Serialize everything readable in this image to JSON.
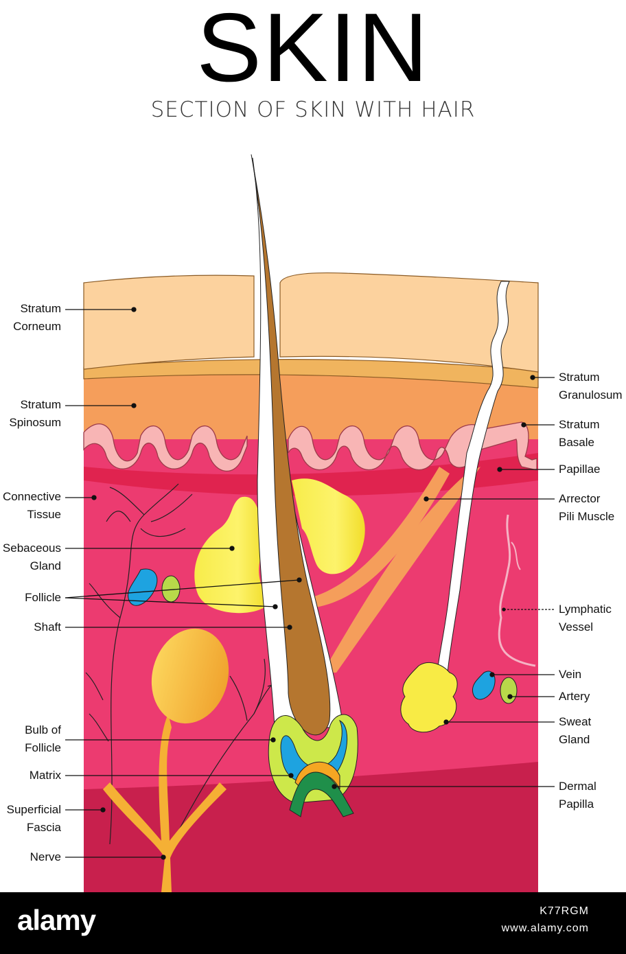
{
  "title": "SKIN",
  "subtitle": "SECTION OF SKIN WITH HAIR",
  "labels_left": [
    {
      "id": "stratum-corneum",
      "lines": [
        "Stratum",
        "Corneum"
      ]
    },
    {
      "id": "stratum-spinosum",
      "lines": [
        "Stratum",
        "Spinosum"
      ]
    },
    {
      "id": "connective-tissue",
      "lines": [
        "Connective",
        "Tissue"
      ]
    },
    {
      "id": "sebaceous-gland",
      "lines": [
        "Sebaceous",
        "Gland"
      ]
    },
    {
      "id": "follicle",
      "lines": [
        "Follicle"
      ]
    },
    {
      "id": "shaft",
      "lines": [
        "Shaft"
      ]
    },
    {
      "id": "bulb-of-follicle",
      "lines": [
        "Bulb of",
        "Follicle"
      ]
    },
    {
      "id": "matrix",
      "lines": [
        "Matrix"
      ]
    },
    {
      "id": "superficial-fascia",
      "lines": [
        "Superficial",
        "Fascia"
      ]
    },
    {
      "id": "nerve",
      "lines": [
        "Nerve"
      ]
    }
  ],
  "labels_right": [
    {
      "id": "stratum-granulosum",
      "lines": [
        "Stratum",
        "Granulosum"
      ]
    },
    {
      "id": "stratum-basale",
      "lines": [
        "Stratum",
        "Basale"
      ]
    },
    {
      "id": "papillae",
      "lines": [
        "Papillae"
      ]
    },
    {
      "id": "arrector-pili-muscle",
      "lines": [
        "Arrector",
        "Pili Muscle"
      ]
    },
    {
      "id": "lymphatic-vessel",
      "lines": [
        "Lymphatic",
        "Vessel"
      ]
    },
    {
      "id": "vein",
      "lines": [
        "Vein"
      ]
    },
    {
      "id": "artery",
      "lines": [
        "Artery"
      ]
    },
    {
      "id": "sweat-gland",
      "lines": [
        "Sweat",
        "Gland"
      ]
    },
    {
      "id": "dermal-papilla",
      "lines": [
        "Dermal",
        "Papilla"
      ]
    }
  ],
  "footer": {
    "logo": "alamy",
    "image_id": "K77RGM",
    "site": "www.alamy.com"
  }
}
